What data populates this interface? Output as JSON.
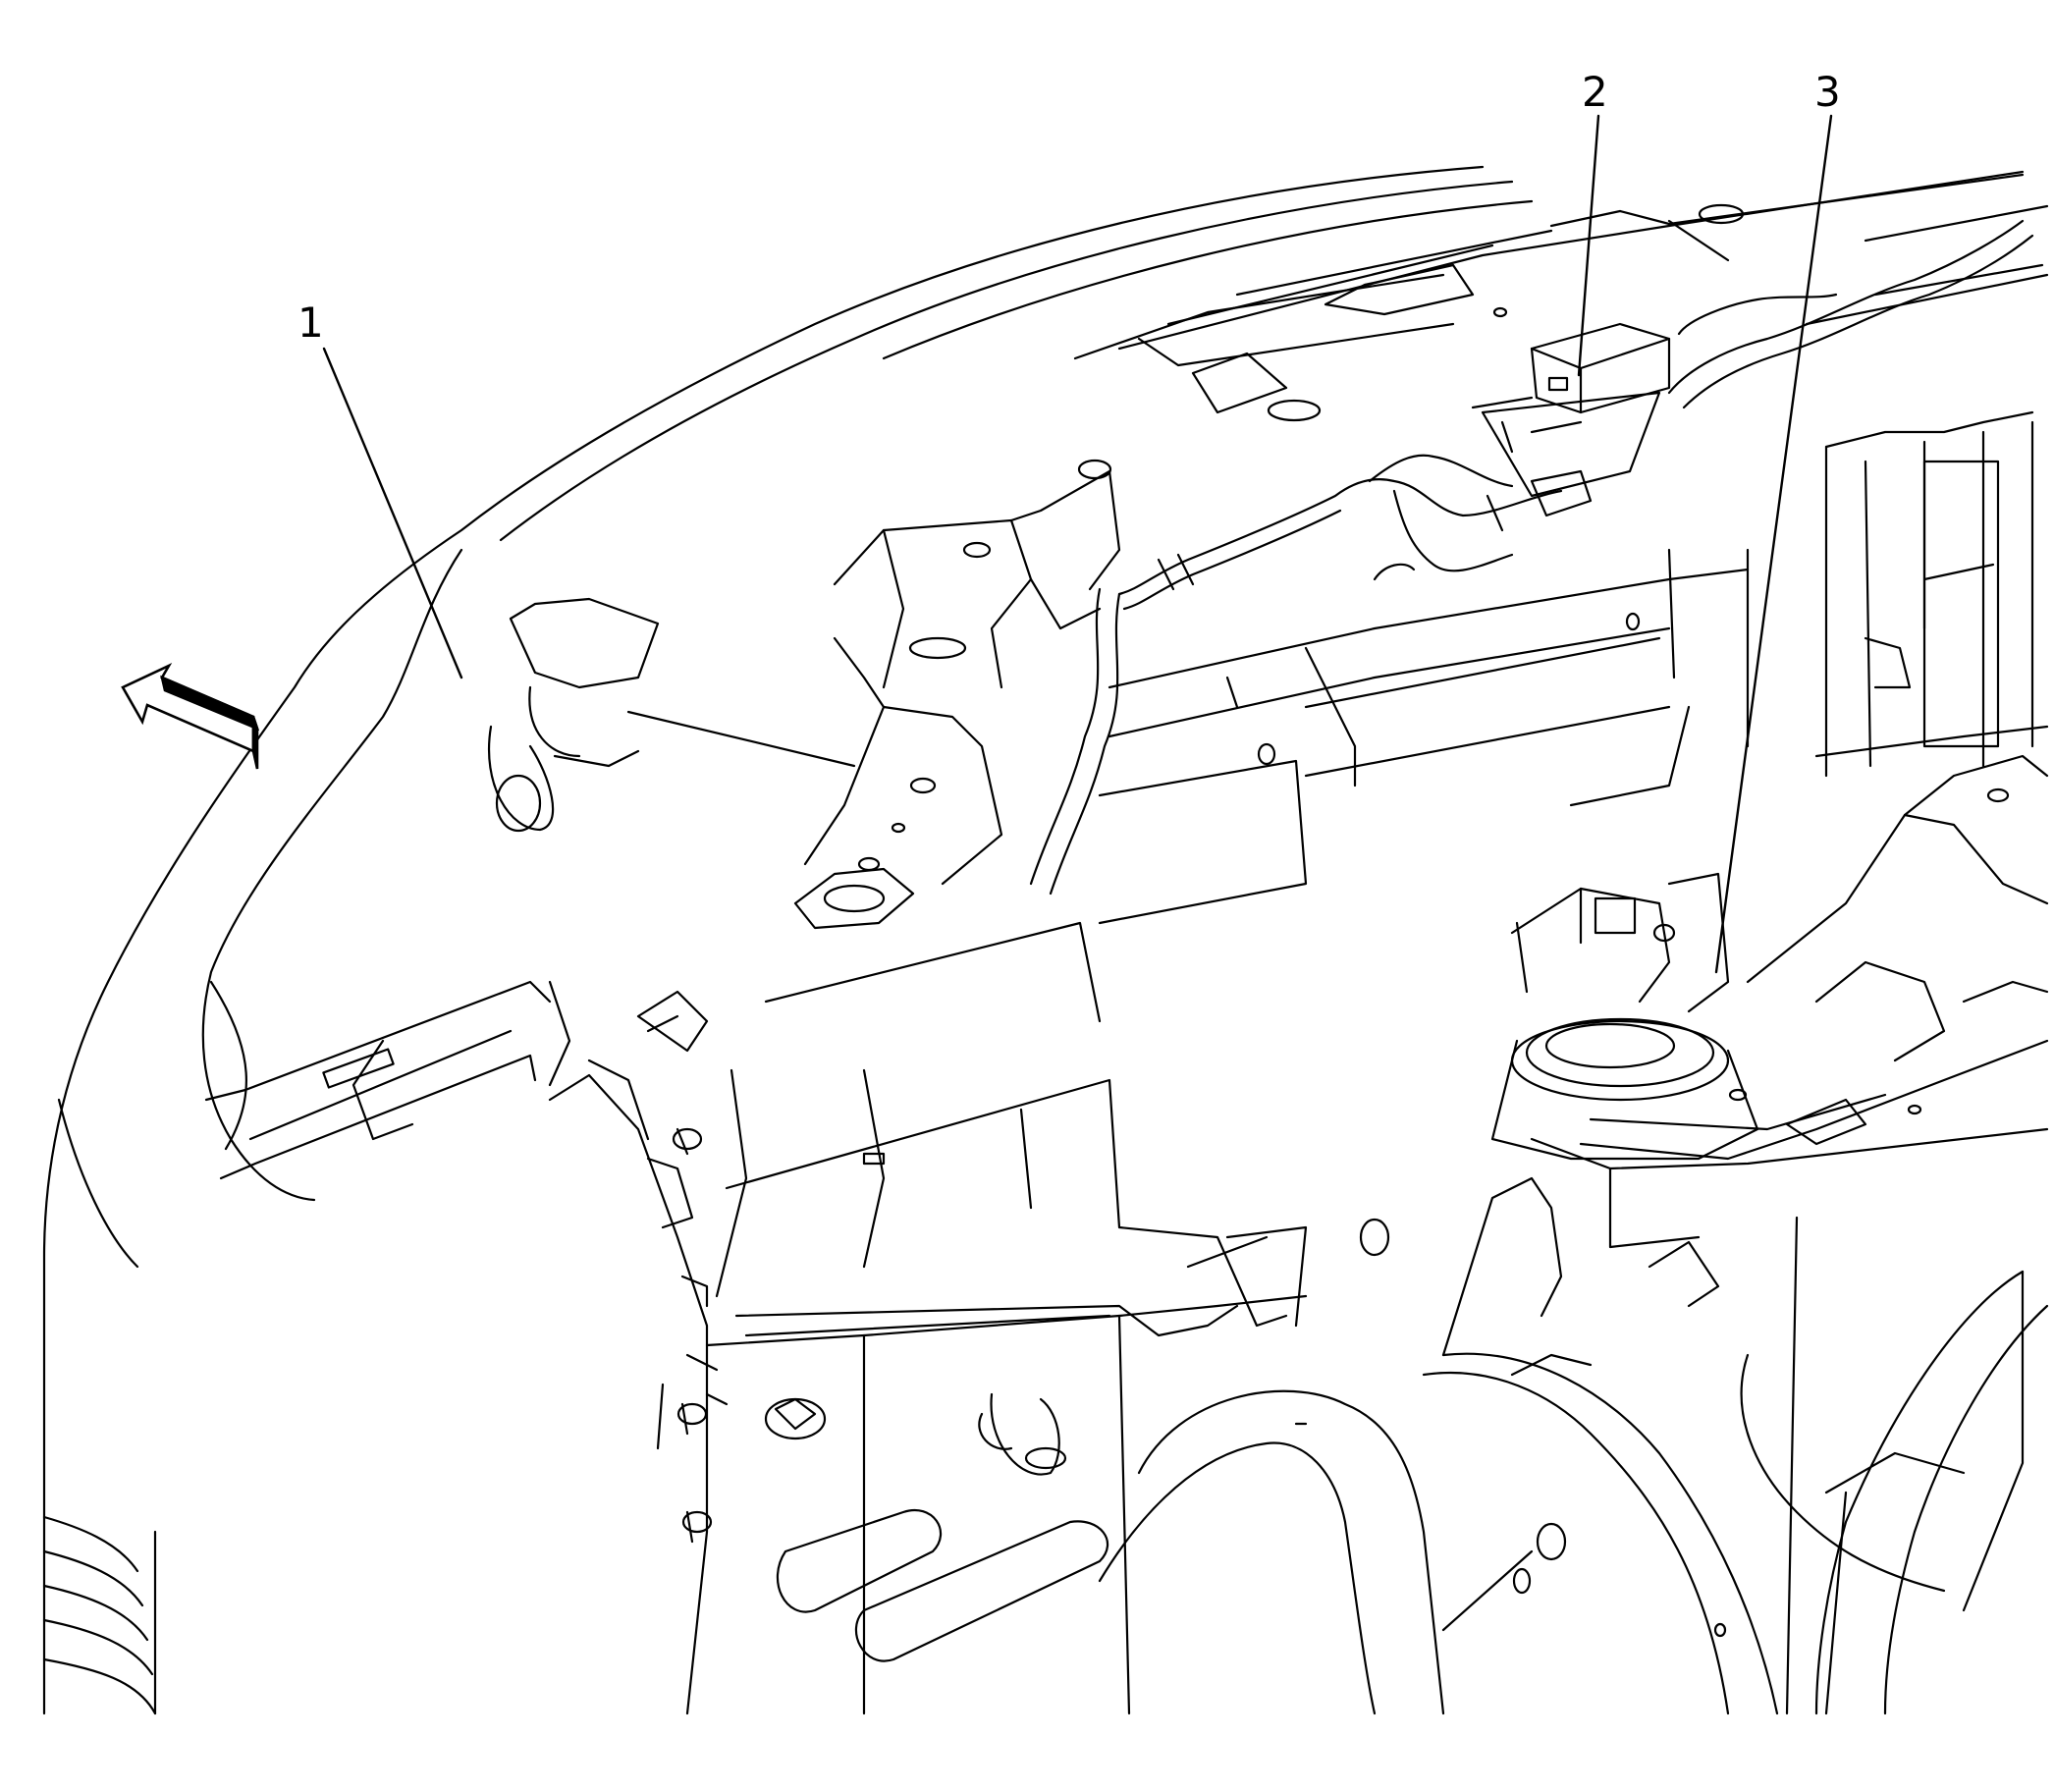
{
  "callouts": [
    {
      "number": "1",
      "label": ""
    },
    {
      "number": "2",
      "label": ""
    },
    {
      "number": "3",
      "label": ""
    }
  ],
  "direction_arrow": {
    "icon": "forward-arrow-icon"
  },
  "colors": {
    "line": "#000000",
    "background": "#ffffff"
  }
}
